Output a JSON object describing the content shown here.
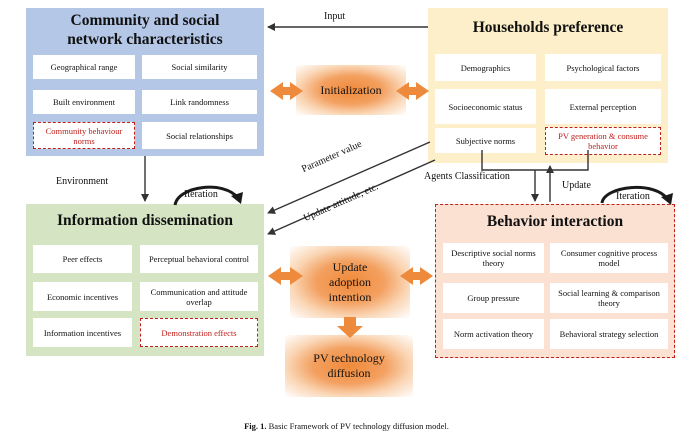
{
  "community": {
    "title_line1": "Community and social",
    "title_line2": "network characteristics",
    "items": [
      "Geographical range",
      "Social similarity",
      "Built environment",
      "Link randomness",
      "Community behaviour norms",
      "Social relationships"
    ]
  },
  "households": {
    "title": "Households preference",
    "items": [
      "Demographics",
      "Psychological factors",
      "Socioeconomic status",
      "External perception",
      "Subjective norms",
      "PV generation & consume behavior"
    ]
  },
  "information": {
    "title": "Information dissemination",
    "items": [
      "Peer effects",
      "Perceptual behavioral control",
      "Economic incentives",
      "Communication and attitude overlap",
      "Information incentives",
      "Demonstration effects"
    ]
  },
  "behavior": {
    "title": "Behavior interaction",
    "items": [
      "Descriptive social norms theory",
      "Consumer cognitive process model",
      "Group pressure",
      "Social learning & comparison theory",
      "Norm activation theory",
      "Behavioral strategy selection"
    ]
  },
  "center": {
    "initialization": "Initialization",
    "update_line1": "Update",
    "update_line2": "adoption",
    "update_line3": "intention",
    "diffusion_line1": "PV technology",
    "diffusion_line2": "diffusion"
  },
  "labels": {
    "input": "Input",
    "environment": "Environment",
    "iteration_left": "Iteration",
    "iteration_right": "Iteration",
    "parameter_value": "Parameter value",
    "update_attitude": "Update attitude, etc.",
    "agents_classification": "Agents Classification",
    "update": "Update"
  },
  "caption": {
    "prefix": "Fig. 1.",
    "text": "Basic Framework of PV technology diffusion model."
  },
  "colors": {
    "community_bg": "#b4c7e7",
    "households_bg": "#fdefc9",
    "information_bg": "#d5e5c4",
    "behavior_bg": "#fbe1d2",
    "accent_orange": "#ee8a3c",
    "dashed_red": "#c0201c"
  }
}
